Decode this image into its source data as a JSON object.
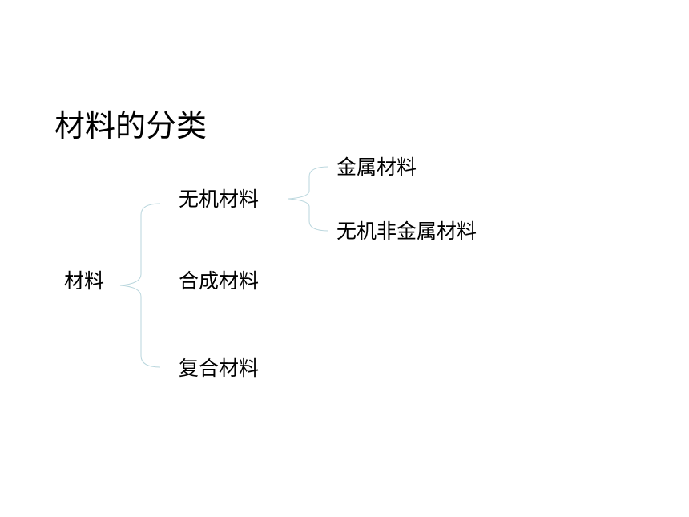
{
  "title": "材料的分类",
  "tree": {
    "root": "材料",
    "level1": [
      "无机材料",
      "合成材料",
      "复合材料"
    ],
    "level2": [
      "金属材料",
      "无机非金属材料"
    ]
  },
  "colors": {
    "text": "#000000",
    "brace": "#b9d6dd",
    "background": "#ffffff"
  }
}
